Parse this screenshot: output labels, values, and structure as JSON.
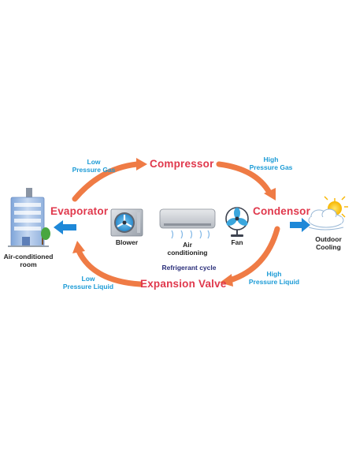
{
  "stages": {
    "compressor": "Compressor",
    "condensor": "Condensor",
    "expansion_valve": "Expansion Valve",
    "evaporator": "Evaporator"
  },
  "pressures": {
    "low_gas_line1": "Low",
    "low_gas_line2": "Pressure Gas",
    "high_gas_line1": "High",
    "high_gas_line2": "Pressure Gas",
    "high_liquid_line1": "High",
    "high_liquid_line2": "Pressure Liquid",
    "low_liquid_line1": "Low",
    "low_liquid_line2": "Pressure Liquid"
  },
  "devices": {
    "blower": "Blower",
    "ac_line1": "Air",
    "ac_line2": "conditioning",
    "fan": "Fan"
  },
  "center_label": "Refrigerant cycle",
  "room": {
    "line1": "Air-conditioned",
    "line2": "room"
  },
  "outdoor": {
    "line1": "Outdoor",
    "line2": "Cooling"
  },
  "colors": {
    "cycle_arrow": "#ef7b45",
    "stage_text": "#e0384c",
    "pressure_text": "#1c9bd6",
    "flow_arrow": "#1e88d8",
    "center_text": "#2b2f7a"
  },
  "icons": [
    "building-icon",
    "blower-icon",
    "air-conditioner-icon",
    "fan-icon",
    "sun-cloud-icon"
  ]
}
